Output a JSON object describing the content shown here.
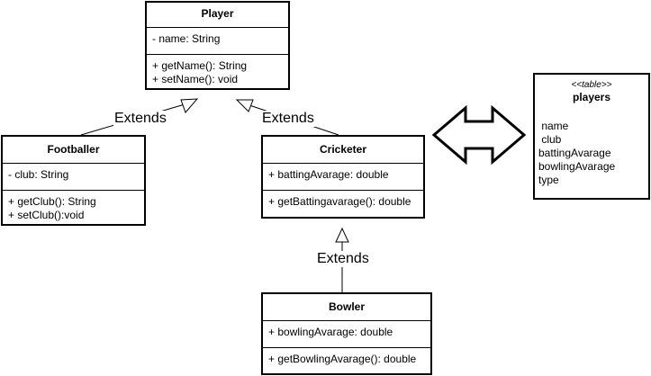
{
  "classes": {
    "player": {
      "name": "Player",
      "attributes": [
        "- name: String"
      ],
      "methods": [
        "+ getName(): String",
        "+ setName(): void"
      ]
    },
    "footballer": {
      "name": "Footballer",
      "attributes": [
        "- club: String"
      ],
      "methods": [
        "+ getClub(): String",
        "+ setClub():void"
      ]
    },
    "cricketer": {
      "name": "Cricketer",
      "attributes": [
        "+ battingAvarage: double"
      ],
      "methods": [
        "+ getBattingavarage(): double"
      ]
    },
    "bowler": {
      "name": "Bowler",
      "attributes": [
        "+ bowlingAvarage: double"
      ],
      "methods": [
        "+ getBowlingAvarage(): double"
      ]
    }
  },
  "relations": {
    "footballer_extends": "Extends",
    "cricketer_extends": "Extends",
    "bowler_extends": "Extends"
  },
  "table": {
    "stereotype": "<<table>>",
    "name": "players",
    "columns": [
      " name",
      " club",
      "battingAvarage",
      "bowlingAvarage",
      "type"
    ]
  }
}
